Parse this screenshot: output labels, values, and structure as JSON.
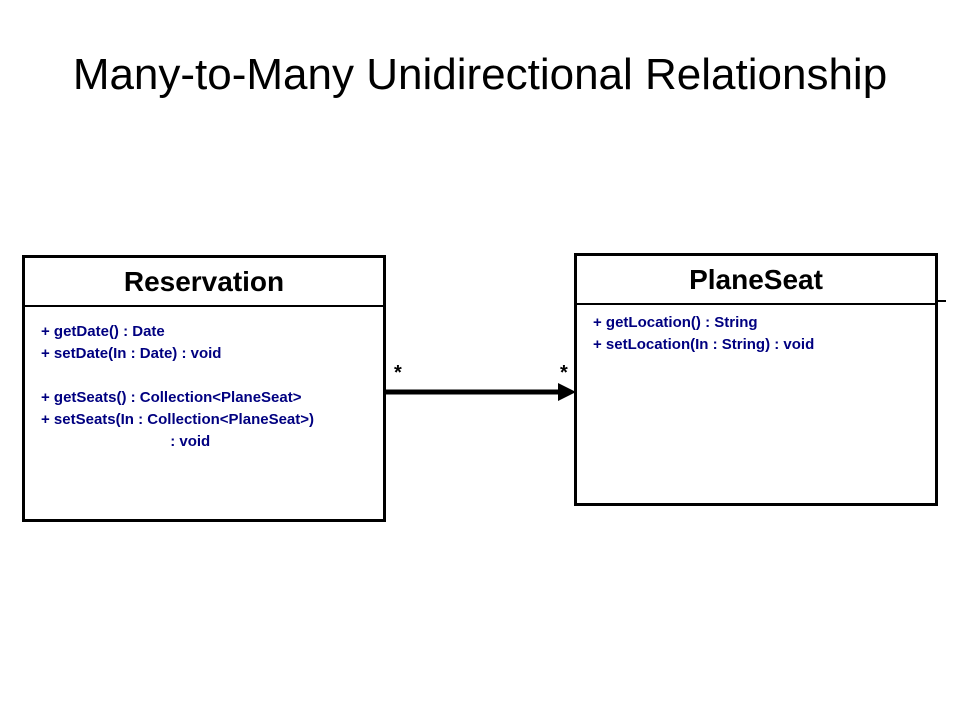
{
  "title": "Many-to-Many Unidirectional Relationship",
  "classes": [
    {
      "name": "Reservation",
      "operations": [
        "+ getDate() : Date",
        "+ setDate(In : Date) : void",
        "",
        "+ getSeats() : Collection<PlaneSeat>",
        "+ setSeats(In : Collection<PlaneSeat>)",
        "                               : void"
      ]
    },
    {
      "name": "PlaneSeat",
      "operations": [
        "+ getLocation() : String",
        "+ setLocation(In : String) : void"
      ]
    }
  ],
  "association": {
    "source_multiplicity": "*",
    "target_multiplicity": "*",
    "navigability": "Reservation to PlaneSeat"
  },
  "colors": {
    "operation_text": "#000080",
    "border": "#000000"
  }
}
